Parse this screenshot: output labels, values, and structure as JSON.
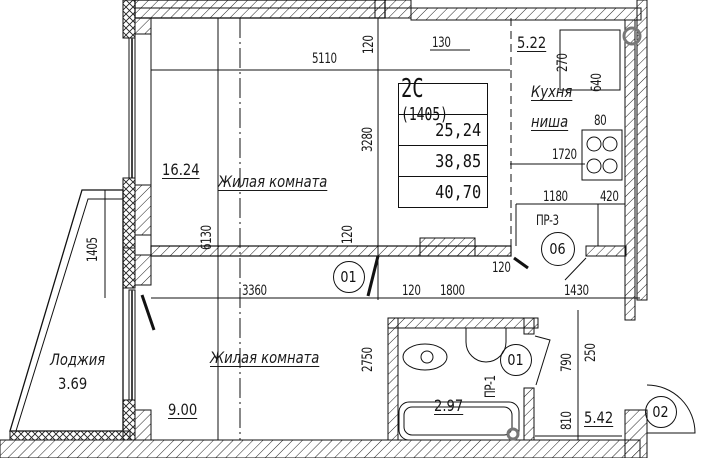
{
  "plan": {
    "apartment_type": "2С",
    "apartment_code": "(1405)",
    "areas": [
      "25,24",
      "38,85",
      "40,70"
    ]
  },
  "rooms": [
    {
      "id": "living-room-1",
      "name": "Жилая комната",
      "area": "16.24"
    },
    {
      "id": "living-room-2",
      "name": "Жилая комната",
      "area": "9.00"
    },
    {
      "id": "kitchen",
      "name_line1": "Кухня",
      "name_line2": "ниша",
      "area": "5.22"
    },
    {
      "id": "bathroom",
      "area": "2.97"
    },
    {
      "id": "hallway",
      "area": "5.42"
    },
    {
      "id": "loggia",
      "name": "Лоджия",
      "area": "3.69"
    }
  ],
  "dimensions": {
    "top_width": "5110",
    "top_120": "120",
    "top_130": "130",
    "kitchen_270": "270",
    "kitchen_640": "640",
    "kitchen_80": "80",
    "kitchen_1720": "1720",
    "room1_height": "3280",
    "room_total_height": "6130",
    "partition_120": "120",
    "doorway_1180": "1180",
    "doorway_420": "420",
    "loggia_1405": "1405",
    "room2_width": "3360",
    "bath_120_left": "120",
    "bath_1800": "1800",
    "bath_120_top": "120",
    "hall_1430": "1430",
    "room2_height": "2750",
    "hall_790": "790",
    "hall_250": "250",
    "hall_810": "810"
  },
  "markers": {
    "door_01_a": "01",
    "door_01_b": "01",
    "door_06": "06",
    "door_02": "02",
    "pr3": "ПР-3",
    "pr1": "ПР-1"
  }
}
